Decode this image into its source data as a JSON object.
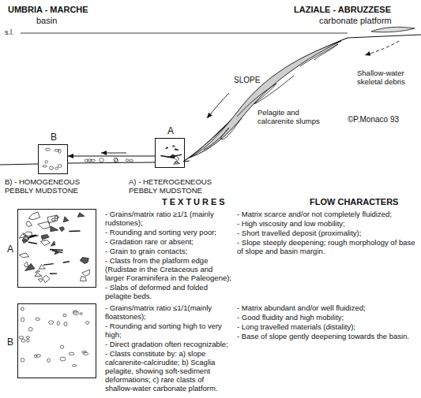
{
  "diagram": {
    "nodes": [
      {
        "text": [
          "B"
        ]
      },
      {
        "text": [
          "A"
        ]
      },
      {
        "text": [
          "A"
        ]
      },
      {
        "text": [
          "B"
        ]
      }
    ],
    "edges": [
      {
        "from": 1,
        "to": 0,
        "arrow": "to"
      }
    ],
    "labels": [
      "UMBRIA - MARCHE",
      "basin",
      "LAZIALE - ABRUZZESE",
      "carbonate platform",
      "s.l.",
      "SLOPE",
      "Pelagite and calcarenite slumps",
      "Shallow-water skeletal debris",
      "©P.Monaco 93",
      "B) - HOMOGENEOUS PEBBLY MUDSTONE",
      "A) - HETEROGENEOUS PEBBLY MUDSTONE",
      "TEXTURES",
      "FLOW CHARACTERS",
      "- Grains/matrix ratio ≥1/1 (mainly rudstones);",
      "- Rounding and sorting very poor;",
      "- Gradation rare or absent;",
      "- Grain to grain contacts;",
      "- Clasts from the platform edge (Rudistae in the Cretaceous and larger Foraminifera in the Paleogene);",
      "- Slabs of deformed and folded pelagite beds.",
      "- Matrix scarce and/or not completely fluidized;",
      "- High viscosity and low mobility;",
      "- Short travelled deposit (proximality);",
      "- Slope steeply deepening; rough morphology of base of slope and basin margin.",
      "- Grains/matrix ratio ≤1/1(mainly floatstones);",
      "- Rounding and sorting high to very high;",
      "- Direct gradation often recognizable;",
      "- Clasts constitute by: a) slope calcarenite-calcirudite; b) Scaglia pelagite, showing soft-sediment deformations; c) rare clasts of shallow-water carbonate platform.",
      "- Matrix abundant and/or well fluidized;",
      "- Good fluidity and high mobility;",
      "- Long travelled materials (distality);",
      "- Base of slope gently deepening towards the basin."
    ]
  }
}
